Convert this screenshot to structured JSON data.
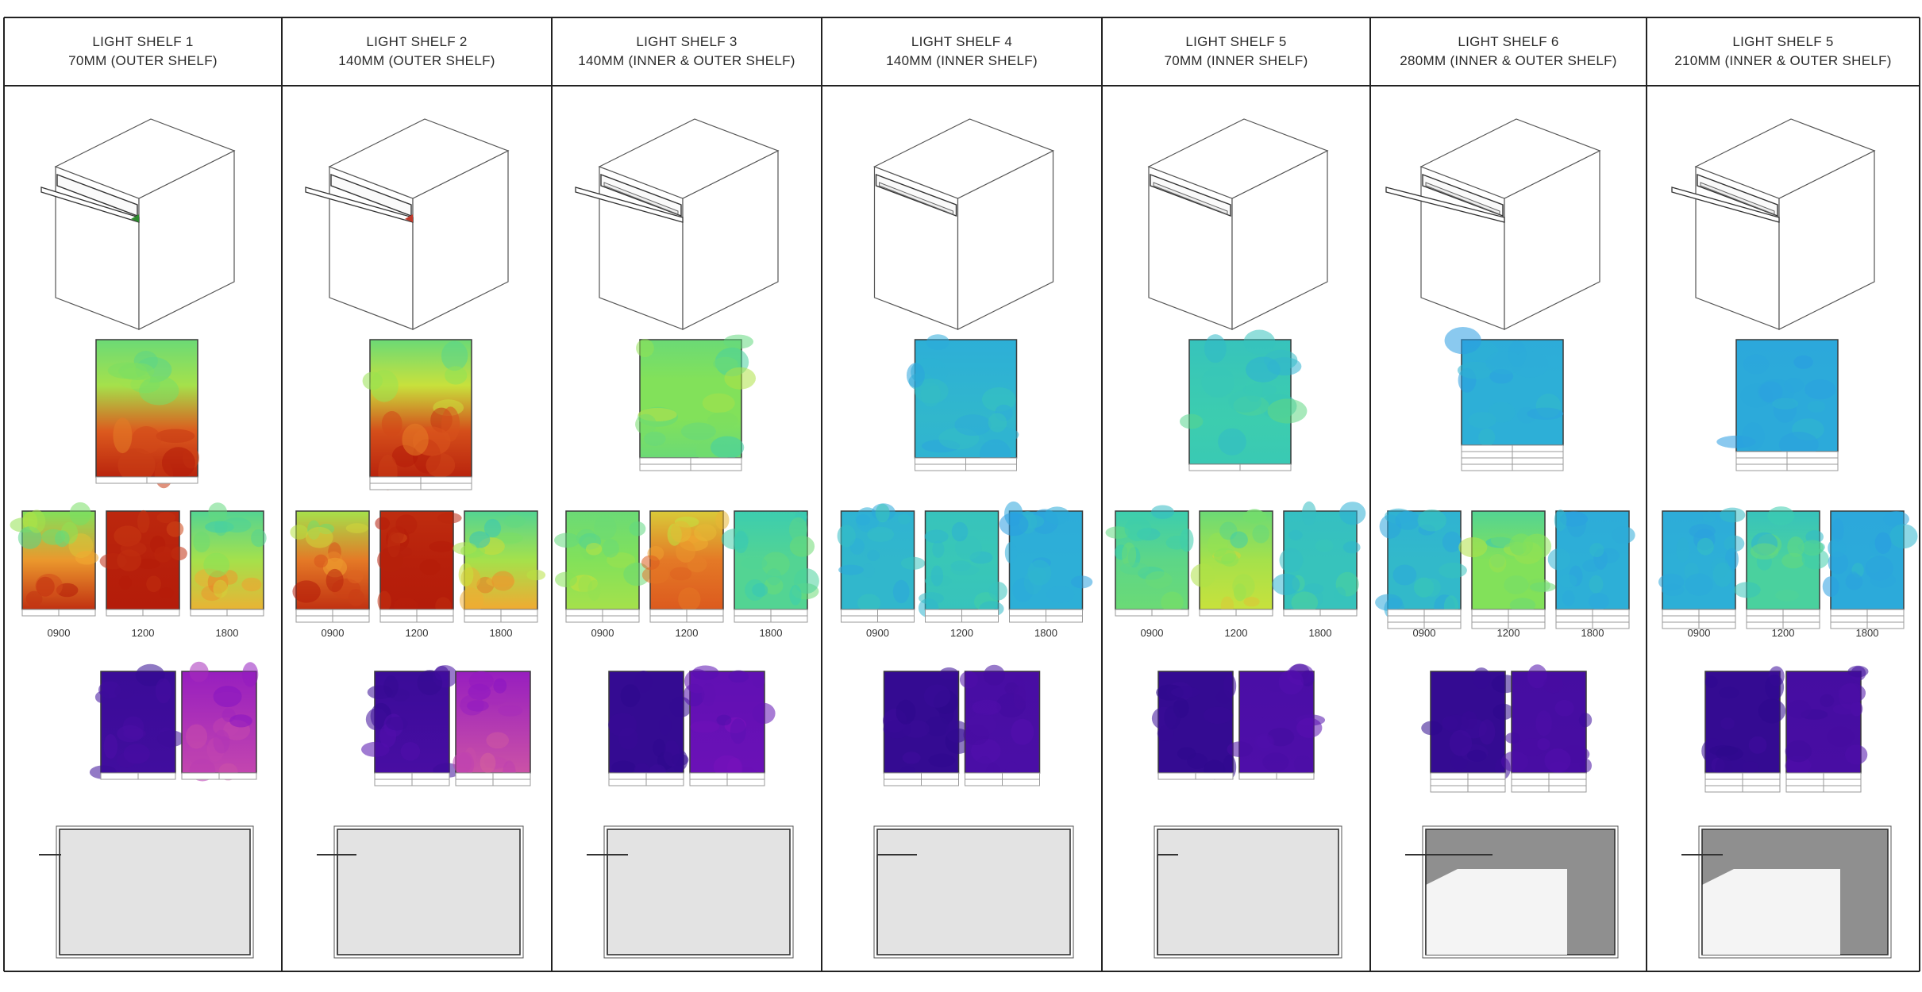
{
  "columns": [
    {
      "title": "LIGHT SHELF 1",
      "subtitle": "70MM (OUTER SHELF)",
      "shelf": "outer",
      "shelf_size": "small",
      "marker": "#2e8b2e",
      "main_map": {
        "scheme": "hot",
        "grade": [
          0.45,
          0.55,
          0.85,
          0.98
        ],
        "glazing_rows": 1
      },
      "time_maps": [
        {
          "time": "0900",
          "grade": [
            0.5,
            0.75,
            0.95
          ]
        },
        {
          "time": "1200",
          "grade": [
            0.97,
            0.99,
            1.0
          ]
        },
        {
          "time": "1800",
          "grade": [
            0.4,
            0.55,
            0.7
          ]
        }
      ],
      "purple_maps": [
        {
          "grade": [
            0.1,
            0.15
          ]
        },
        {
          "grade": [
            0.6,
            0.8
          ]
        }
      ],
      "plan": {
        "style": "light",
        "shelf_depth": "short"
      }
    },
    {
      "title": "LIGHT SHELF 2",
      "subtitle": "140MM (OUTER SHELF)",
      "shelf": "outer",
      "shelf_size": "large",
      "marker": "#c0392b",
      "main_map": {
        "scheme": "hot",
        "grade": [
          0.45,
          0.6,
          0.88,
          0.98
        ],
        "glazing_rows": 2
      },
      "time_maps": [
        {
          "time": "0900",
          "grade": [
            0.55,
            0.8,
            0.95
          ]
        },
        {
          "time": "1200",
          "grade": [
            0.96,
            0.99,
            1.0
          ]
        },
        {
          "time": "1800",
          "grade": [
            0.4,
            0.55,
            0.72
          ]
        }
      ],
      "purple_maps": [
        {
          "grade": [
            0.1,
            0.2
          ]
        },
        {
          "grade": [
            0.6,
            0.85
          ]
        }
      ],
      "plan": {
        "style": "light",
        "shelf_depth": "long"
      }
    },
    {
      "title": "LIGHT SHELF 3",
      "subtitle": "140MM (INNER & OUTER SHELF)",
      "shelf": "both",
      "shelf_size": "large",
      "marker": "",
      "main_map": {
        "scheme": "cool",
        "grade": [
          0.45,
          0.5,
          0.5,
          0.45
        ],
        "glazing_rows": 2
      },
      "time_maps": [
        {
          "time": "0900",
          "grade": [
            0.45,
            0.5,
            0.55
          ]
        },
        {
          "time": "1200",
          "grade": [
            0.65,
            0.8,
            0.85
          ]
        },
        {
          "time": "1800",
          "grade": [
            0.35,
            0.4,
            0.4
          ]
        }
      ],
      "purple_maps": [
        {
          "grade": [
            0.05,
            0.05
          ]
        },
        {
          "grade": [
            0.35,
            0.4
          ]
        }
      ],
      "plan": {
        "style": "light",
        "shelf_depth": "both"
      }
    },
    {
      "title": "LIGHT SHELF 4",
      "subtitle": "140MM (INNER SHELF)",
      "shelf": "inner",
      "shelf_size": "large",
      "marker": "",
      "main_map": {
        "scheme": "cool",
        "grade": [
          0.2,
          0.22,
          0.24,
          0.22
        ],
        "glazing_rows": 2
      },
      "time_maps": [
        {
          "time": "0900",
          "grade": [
            0.22,
            0.24,
            0.24
          ]
        },
        {
          "time": "1200",
          "grade": [
            0.3,
            0.32,
            0.3
          ]
        },
        {
          "time": "1800",
          "grade": [
            0.18,
            0.2,
            0.2
          ]
        }
      ],
      "purple_maps": [
        {
          "grade": [
            0.05,
            0.05
          ]
        },
        {
          "grade": [
            0.2,
            0.22
          ]
        }
      ],
      "plan": {
        "style": "light",
        "shelf_depth": "inner"
      }
    },
    {
      "title": "LIGHT SHELF 5",
      "subtitle": "70MM (INNER SHELF)",
      "shelf": "inner",
      "shelf_size": "small",
      "marker": "",
      "main_map": {
        "scheme": "cool",
        "grade": [
          0.3,
          0.33,
          0.35,
          0.33
        ],
        "glazing_rows": 1
      },
      "time_maps": [
        {
          "time": "0900",
          "grade": [
            0.35,
            0.42,
            0.45
          ]
        },
        {
          "time": "1200",
          "grade": [
            0.45,
            0.55,
            0.6
          ]
        },
        {
          "time": "1800",
          "grade": [
            0.28,
            0.3,
            0.3
          ]
        }
      ],
      "purple_maps": [
        {
          "grade": [
            0.05,
            0.05
          ]
        },
        {
          "grade": [
            0.22,
            0.25
          ]
        }
      ],
      "plan": {
        "style": "light",
        "shelf_depth": "inner-short"
      }
    },
    {
      "title": "LIGHT SHELF 6",
      "subtitle": "280MM (INNER & OUTER SHELF)",
      "shelf": "both",
      "shelf_size": "xlarge",
      "marker": "",
      "main_map": {
        "scheme": "cool",
        "grade": [
          0.18,
          0.2,
          0.2,
          0.2
        ],
        "glazing_rows": 4
      },
      "time_maps": [
        {
          "time": "0900",
          "grade": [
            0.22,
            0.25,
            0.25
          ]
        },
        {
          "time": "1200",
          "grade": [
            0.4,
            0.5,
            0.5
          ]
        },
        {
          "time": "1800",
          "grade": [
            0.18,
            0.2,
            0.2
          ]
        }
      ],
      "purple_maps": [
        {
          "grade": [
            0.05,
            0.05
          ]
        },
        {
          "grade": [
            0.18,
            0.2
          ]
        }
      ],
      "plan": {
        "style": "dark",
        "shelf_depth": "both-long"
      }
    },
    {
      "title": "LIGHT SHELF 5",
      "subtitle": "210MM (INNER & OUTER SHELF)",
      "shelf": "both",
      "shelf_size": "large",
      "marker": "",
      "main_map": {
        "scheme": "cool",
        "grade": [
          0.16,
          0.17,
          0.17,
          0.17
        ],
        "glazing_rows": 3
      },
      "time_maps": [
        {
          "time": "0900",
          "grade": [
            0.18,
            0.2,
            0.2
          ]
        },
        {
          "time": "1200",
          "grade": [
            0.3,
            0.38,
            0.38
          ]
        },
        {
          "time": "1800",
          "grade": [
            0.16,
            0.17,
            0.17
          ]
        }
      ],
      "purple_maps": [
        {
          "grade": [
            0.05,
            0.05
          ]
        },
        {
          "grade": [
            0.18,
            0.2
          ]
        }
      ],
      "plan": {
        "style": "dark",
        "shelf_depth": "both"
      }
    }
  ],
  "colors": {
    "rule": "#222222",
    "grid": "#9a9a9a",
    "plan_light": "#e3e3e3",
    "plan_dark": "#8f8f8f",
    "plan_bright": "#f4f4f4"
  }
}
